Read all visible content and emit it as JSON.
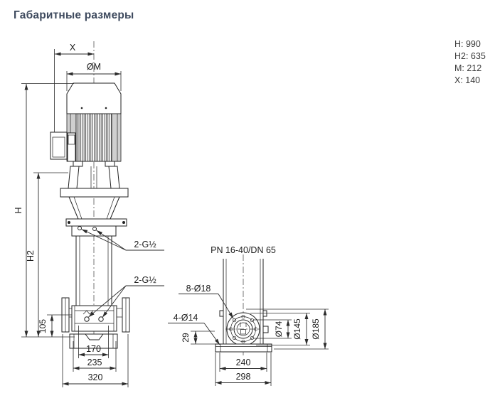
{
  "title": "Габаритные размеры",
  "legend": {
    "items": [
      {
        "label": "H: 990"
      },
      {
        "label": "H2: 635"
      },
      {
        "label": "M: 212"
      },
      {
        "label": "X: 140"
      }
    ]
  },
  "left_view": {
    "dim_x": "X",
    "dim_m": "ØM",
    "dim_h": "H",
    "dim_h2": "H2",
    "dim_105": "105",
    "dim_170": "170",
    "dim_235": "235",
    "dim_320": "320",
    "port_label_top": "2-G½",
    "port_label_bottom": "2-G½"
  },
  "right_view": {
    "flange_spec": "PN 16-40/DN 65",
    "flange_holes": "8-Ø18",
    "base_holes": "4-Ø14",
    "dim_29": "29",
    "dim_74": "Ø74",
    "dim_145": "Ø145",
    "dim_185": "Ø185",
    "dim_240": "240",
    "dim_298": "298"
  }
}
